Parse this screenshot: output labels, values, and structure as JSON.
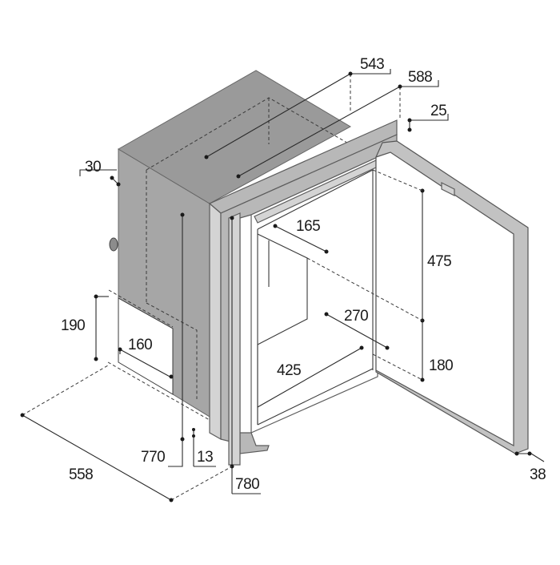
{
  "dimensions": {
    "width_top": "543",
    "width_frame": "588",
    "frame_depth": "25",
    "side_offset": "30",
    "step_height": "190",
    "step_depth": "160",
    "inner_top_depth": "165",
    "inner_upper_height": "475",
    "inner_lower_depth": "270",
    "inner_width": "425",
    "inner_lower_height": "180",
    "body_height": "770",
    "plinth": "13",
    "total_height": "780",
    "total_depth": "558",
    "door_thickness": "38"
  }
}
